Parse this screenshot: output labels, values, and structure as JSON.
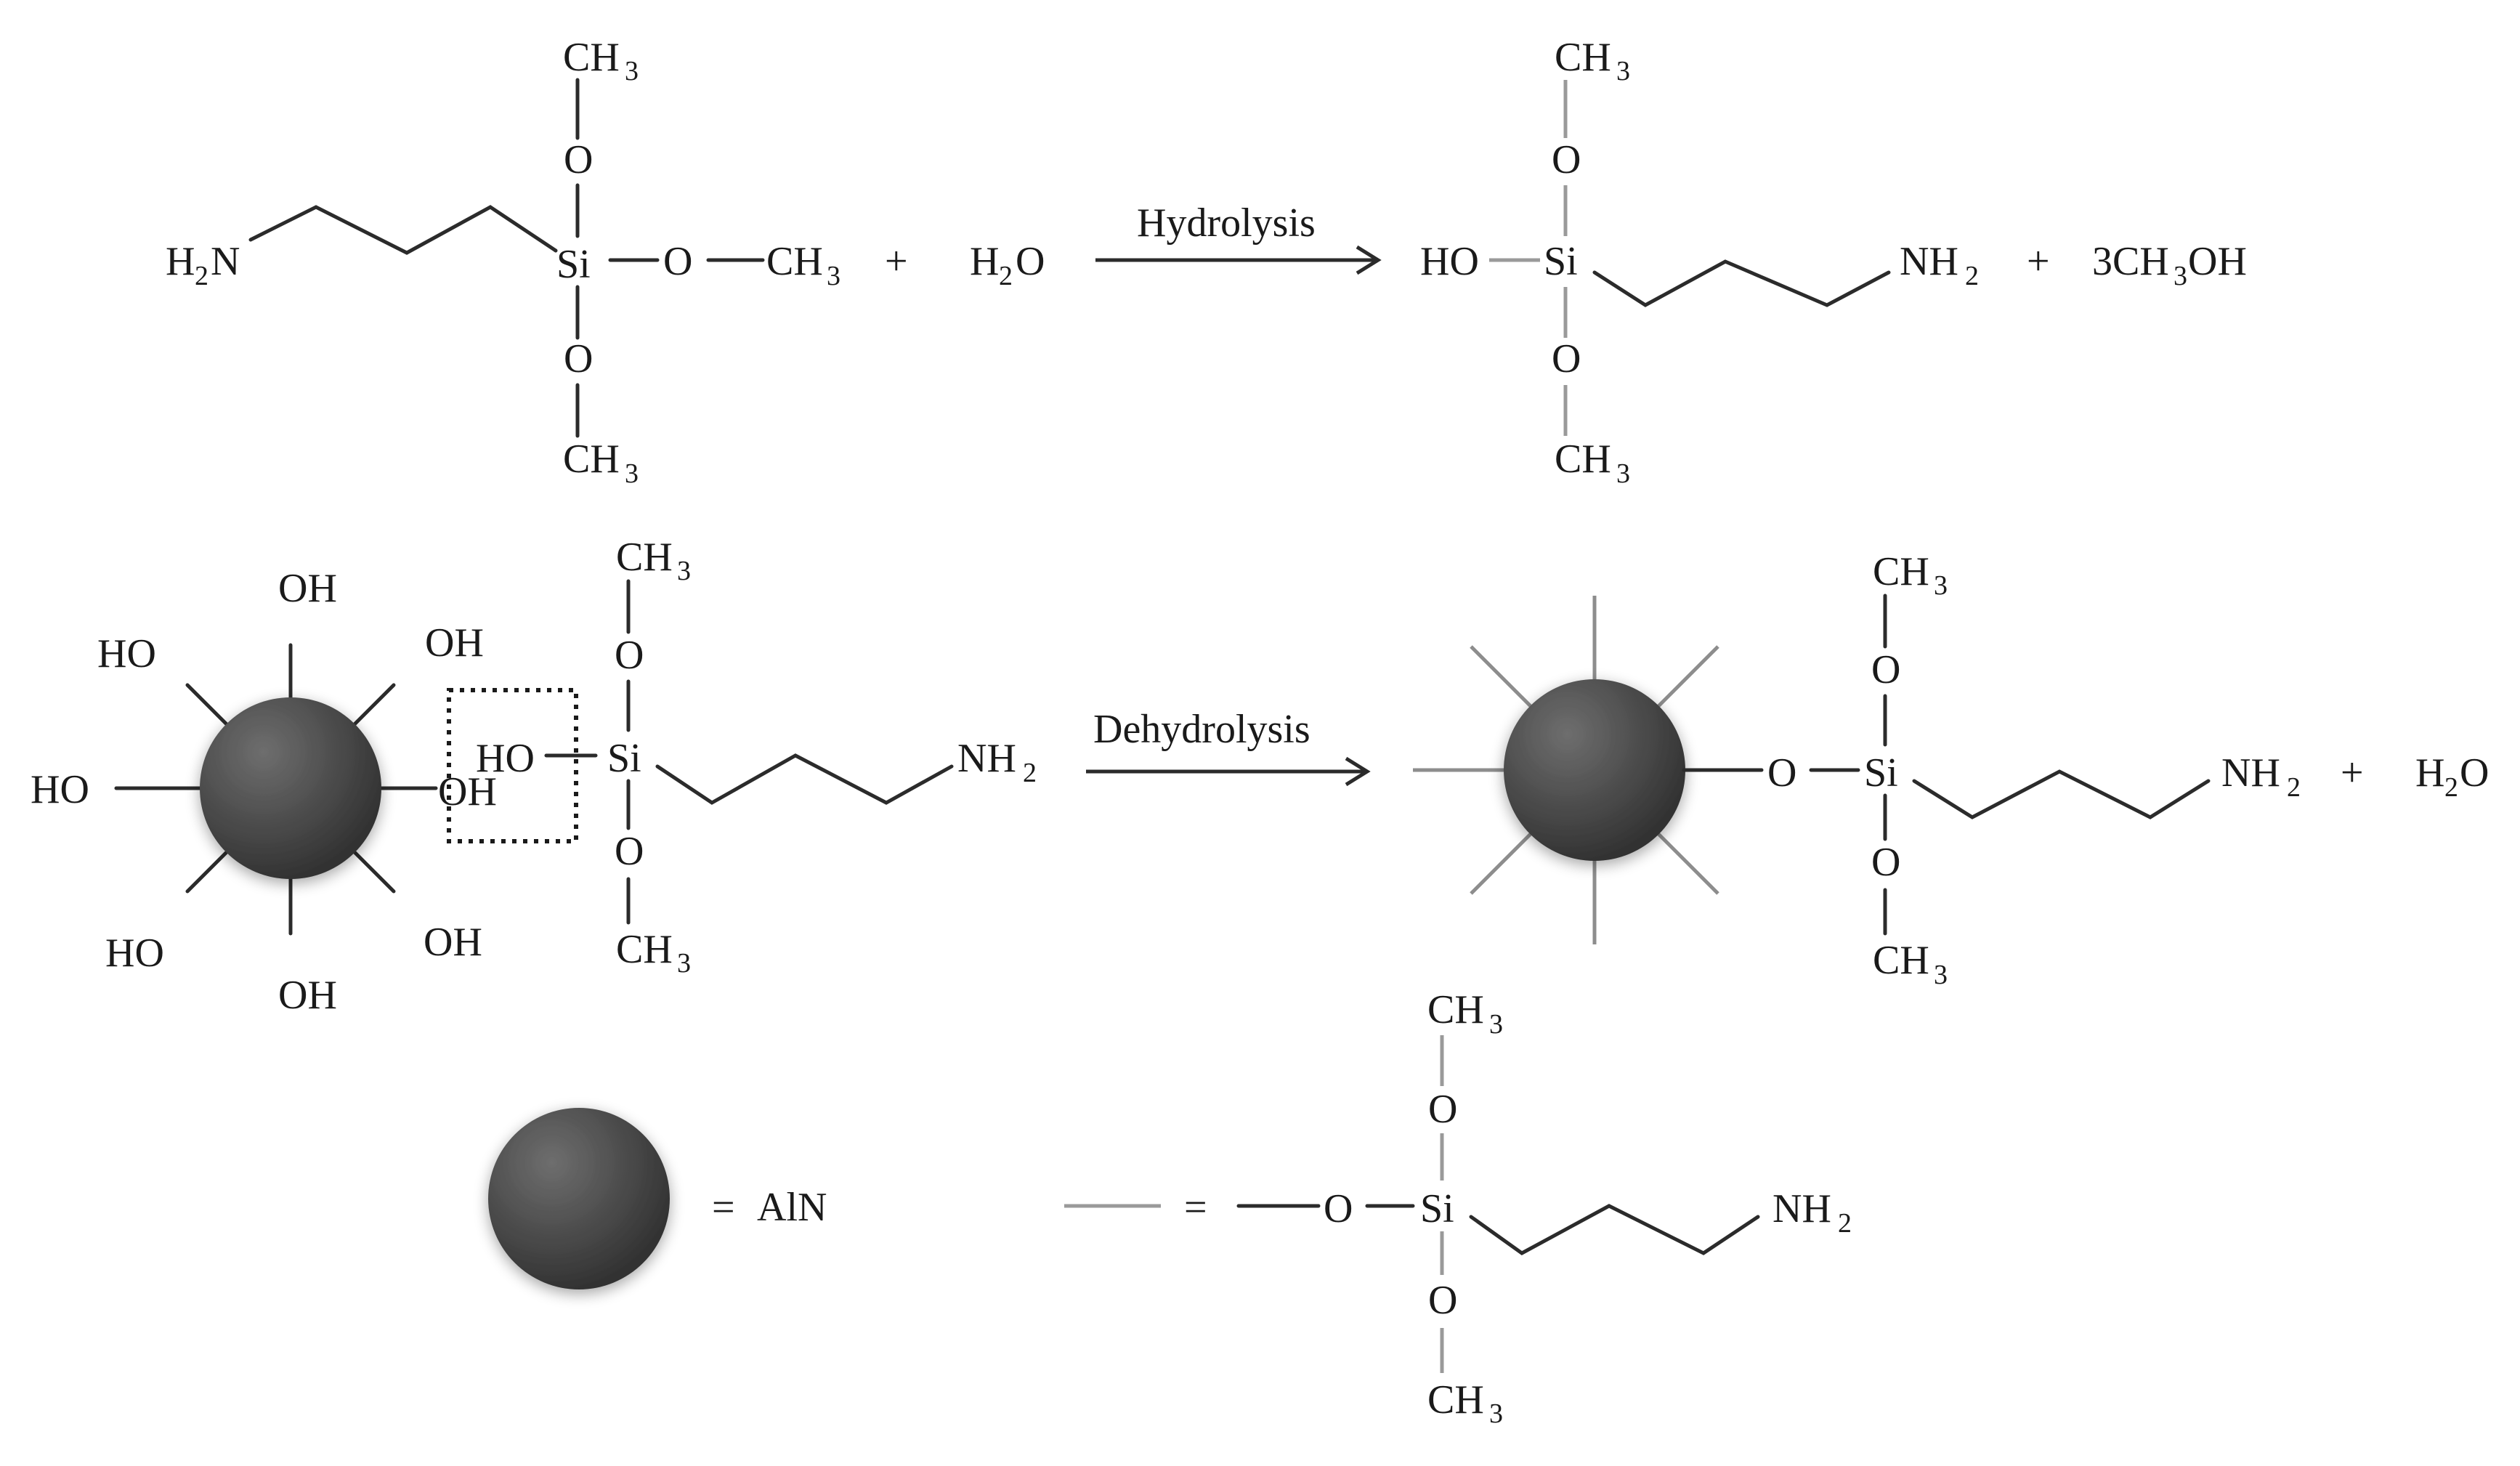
{
  "labels": {
    "CH": "CH",
    "three": "3",
    "two": "2",
    "O": "O",
    "Si": "Si",
    "H": "H",
    "N": "N",
    "NH": "NH",
    "HO": "HO",
    "OH": "OH",
    "plus": "+",
    "equals": "=",
    "three_CH": "3CH",
    "OH_tail": "OH",
    "AlN": "AlN"
  },
  "reactions": {
    "hydrolysis": "Hydrolysis",
    "dehydrolysis": "Dehydrolysis"
  },
  "colors": {
    "sphere_dark": "#3c3c3c",
    "sphere_light": "#6e6e6e",
    "bond": "#2b2b2b",
    "grey_bond": "#9a9a9a"
  }
}
